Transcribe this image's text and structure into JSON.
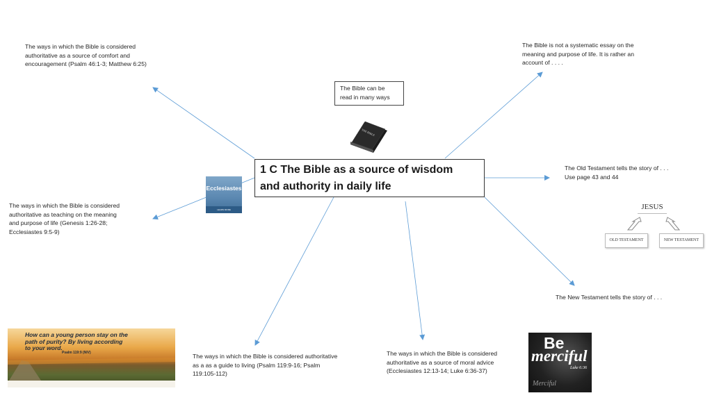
{
  "title": {
    "line1": "1 C The Bible as a source of wisdom",
    "line2": "and authority in daily life"
  },
  "center_box": {
    "line1": "The Bible can be",
    "line2": "read in many ways"
  },
  "notes": {
    "comfort": [
      "The ways in which the Bible is considered",
      "authoritative as a source of comfort and",
      "encouragement (Psalm 46:1-3; Matthew 6:25)"
    ],
    "systematic": [
      "The Bible is not a systematic essay on the",
      "meaning and purpose of life. It is rather an",
      "account of . . . ."
    ],
    "old_testament": [
      "The Old Testament tells the story of  . . .",
      "Use page 43 and 44"
    ],
    "teaching": [
      "The ways in which the Bible is considered",
      "authoritative as teaching on the meaning",
      "and purpose of life (Genesis 1:26-28;",
      "Ecclesiastes 9:5-9)"
    ],
    "new_testament": "The New Testament tells the story of . . .",
    "guide": [
      "The ways in which the Bible is considered authoritative",
      "as a as a guide to living (Psalm 119:9-16; Psalm",
      "119:105-112)"
    ],
    "moral": [
      "The ways in which the Bible is considered",
      "authoritative as a source of moral advice",
      "(Ecclesiastes 12:13-14; Luke 6:36-37)"
    ]
  },
  "jesus_diagram": {
    "top": "JESUS",
    "left": "OLD TESTAMENT",
    "right": "NEW TESTAMENT"
  },
  "images": {
    "bible_cover": "THE BIBLE",
    "ecclesiastes": {
      "title": "Ecclesiastes",
      "footer": "LEARN MORE"
    },
    "psalm_card": {
      "quote": "How can a young person stay on the path of purity? By living according to your word.",
      "ref": "Psalm 119:9 (NIV)"
    },
    "merciful_card": {
      "be": "Be",
      "merciful": "merciful",
      "ref": "Luke 6:36",
      "site": "Merciful"
    }
  },
  "colors": {
    "arrow": "#5b9bd5",
    "text": "#262626",
    "border": "#333333"
  }
}
